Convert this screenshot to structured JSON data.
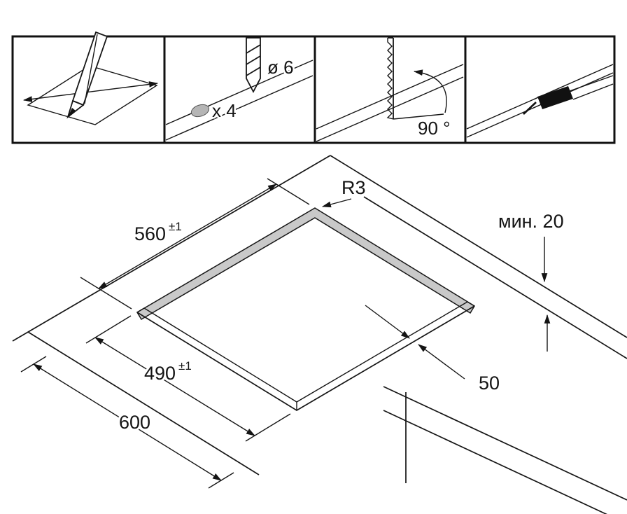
{
  "panels": {
    "drill": {
      "hole_count_label": "x 4",
      "diameter_label": "ø 6"
    },
    "saw": {
      "angle_label": "90 °"
    }
  },
  "diagram": {
    "corner_radius_label": "R3",
    "min_rear_clearance_label": "мин. 20",
    "cutout_width": {
      "value": "560",
      "tolerance": "±1"
    },
    "cutout_depth": {
      "value": "490",
      "tolerance": "±1"
    },
    "worktop_depth_label": "600",
    "front_distance_label": "50"
  },
  "colors": {
    "line": "#1a1a1a",
    "cutout_edge_highlight": "#c9c9c9",
    "hole_marker": "#b5b5b5"
  }
}
